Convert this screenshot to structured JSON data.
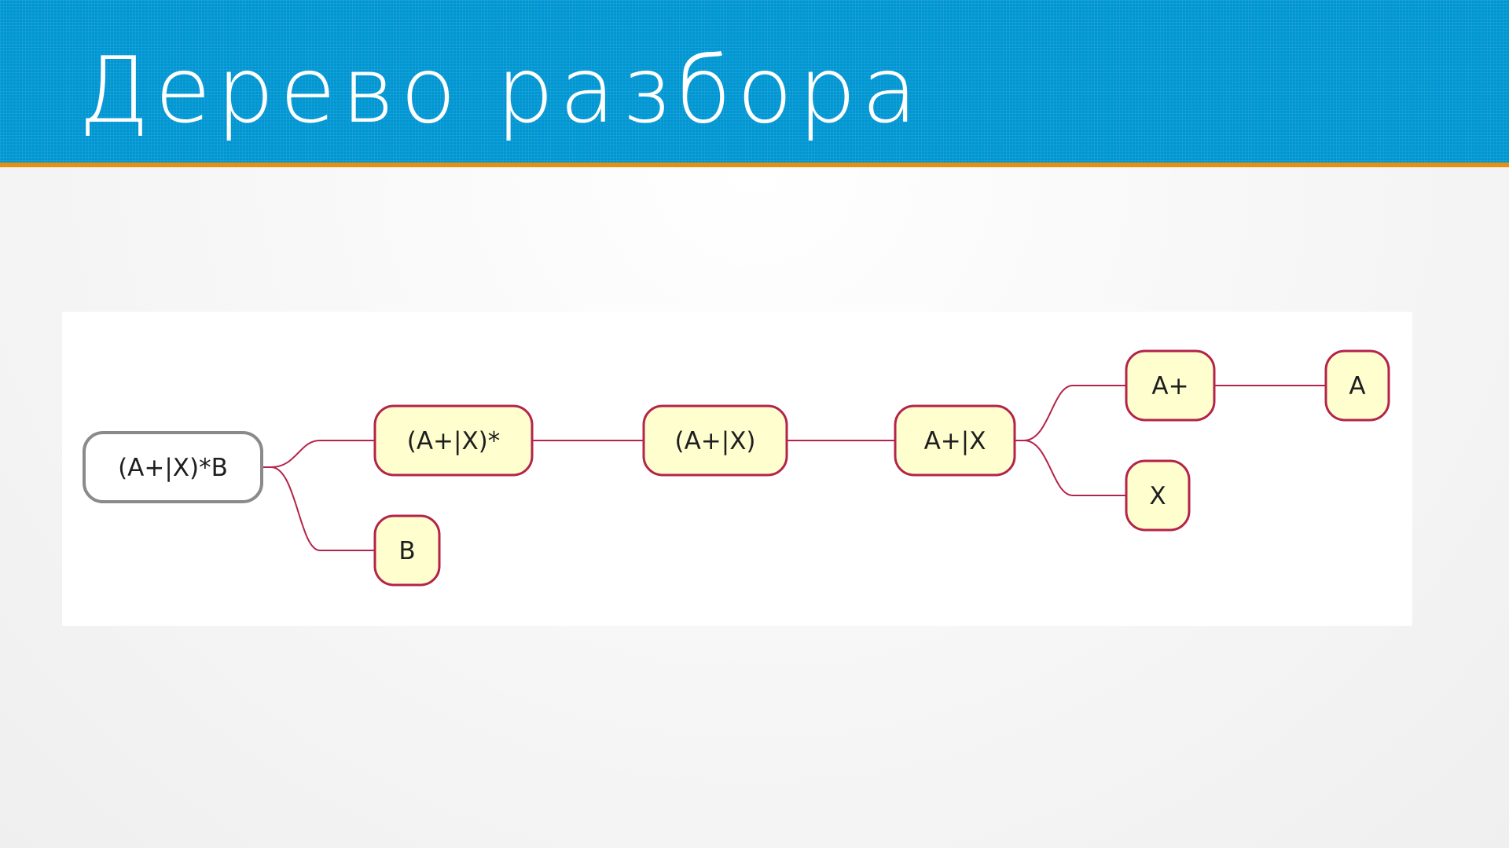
{
  "slide": {
    "title": "Дерево разбора"
  },
  "colors": {
    "header_background": "#0096d2",
    "header_rule": "#e58f14",
    "node_fill": "#fefece",
    "node_border": "#b4234a",
    "root_border": "#8a8a8a"
  },
  "tree": {
    "root": "(A+|X)*B",
    "nodes": [
      {
        "id": "n1",
        "label": "(A+|X)*",
        "parent": "root"
      },
      {
        "id": "n2",
        "label": "B",
        "parent": "root"
      },
      {
        "id": "n3",
        "label": "(A+|X)",
        "parent": "n1"
      },
      {
        "id": "n4",
        "label": "A+|X",
        "parent": "n3"
      },
      {
        "id": "n5",
        "label": "A+",
        "parent": "n4"
      },
      {
        "id": "n6",
        "label": "X",
        "parent": "n4"
      },
      {
        "id": "n7",
        "label": "A",
        "parent": "n5"
      }
    ]
  }
}
